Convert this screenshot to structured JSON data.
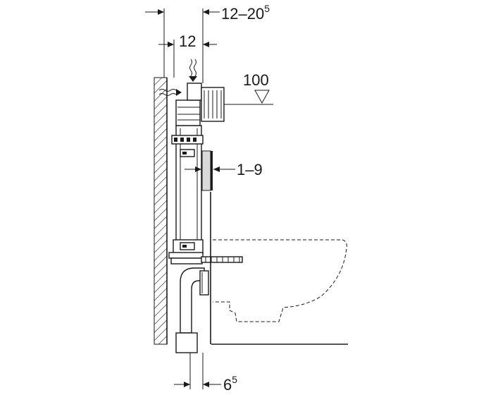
{
  "dimensions": {
    "total_depth": {
      "base": "12–20",
      "sup": "5"
    },
    "frame_depth": {
      "text": "12"
    },
    "flush_plate_height": {
      "text": "100"
    },
    "plate_offset": {
      "text": "1–9"
    },
    "pipe_offset": {
      "base": "6",
      "sup": "5"
    }
  },
  "icons": {
    "water_supply": "wavy-arrow-down-icon",
    "level_marker": "level-triangle-icon"
  }
}
